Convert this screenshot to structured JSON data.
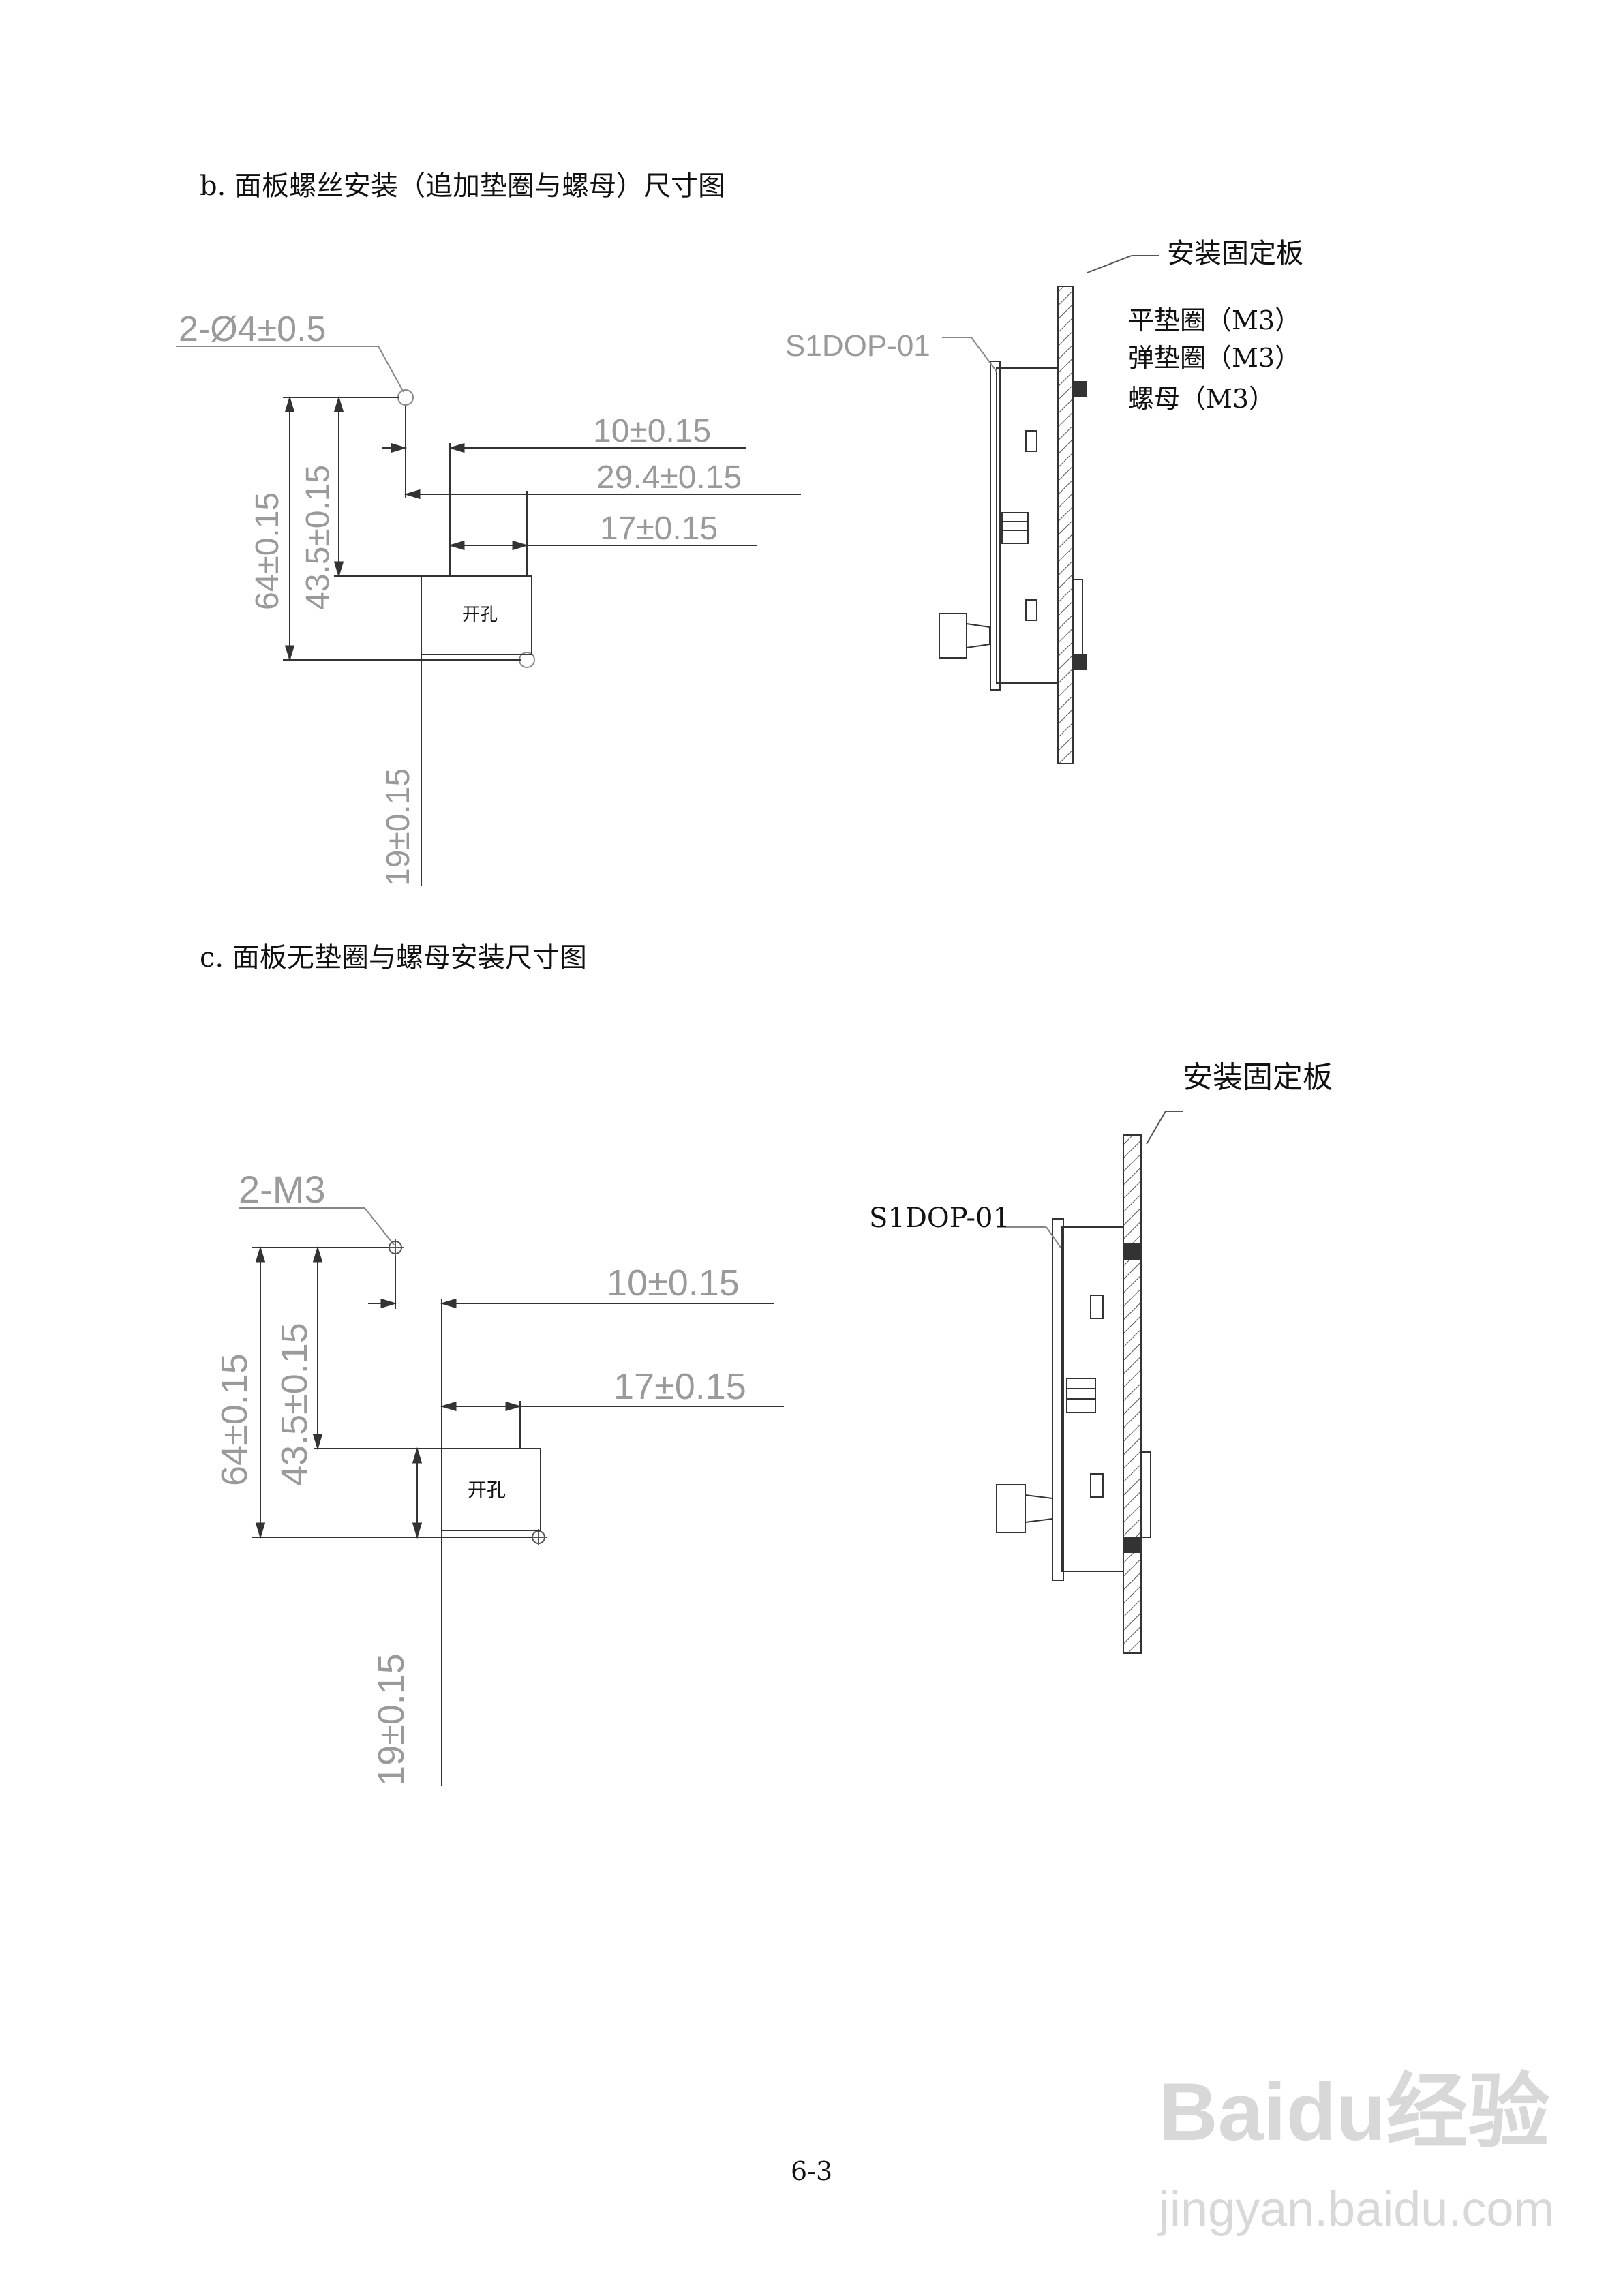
{
  "section_b": {
    "title": "b. 面板螺丝安装（追加垫圈与螺母）尺寸图",
    "hole_label": "2-Ø4±0.5",
    "dims": {
      "h_top": "10±0.15",
      "h_mid": "29.4±0.15",
      "h_bot": "17±0.15",
      "v_outer": "64±0.15",
      "v_inner": "43.5±0.15",
      "v_low": "19±0.15"
    },
    "cutout_label": "开孔",
    "model_label": "S1DOP-01",
    "plate_label": "安装固定板",
    "hardware": [
      "平垫圈（M3）",
      "弹垫圈（M3）",
      "螺母（M3）"
    ]
  },
  "section_c": {
    "title": "c. 面板无垫圈与螺母安装尺寸图",
    "hole_label": "2-M3",
    "dims": {
      "h_top": "10±0.15",
      "h_bot": "17±0.15",
      "v_outer": "64±0.15",
      "v_inner": "43.5±0.15",
      "v_low": "19±0.15"
    },
    "cutout_label": "开孔",
    "model_label": "S1DOP-01",
    "plate_label": "安装固定板"
  },
  "page_number": "6-3",
  "watermark": {
    "brand": "Baidu经验",
    "url": "jingyan.baidu.com"
  }
}
